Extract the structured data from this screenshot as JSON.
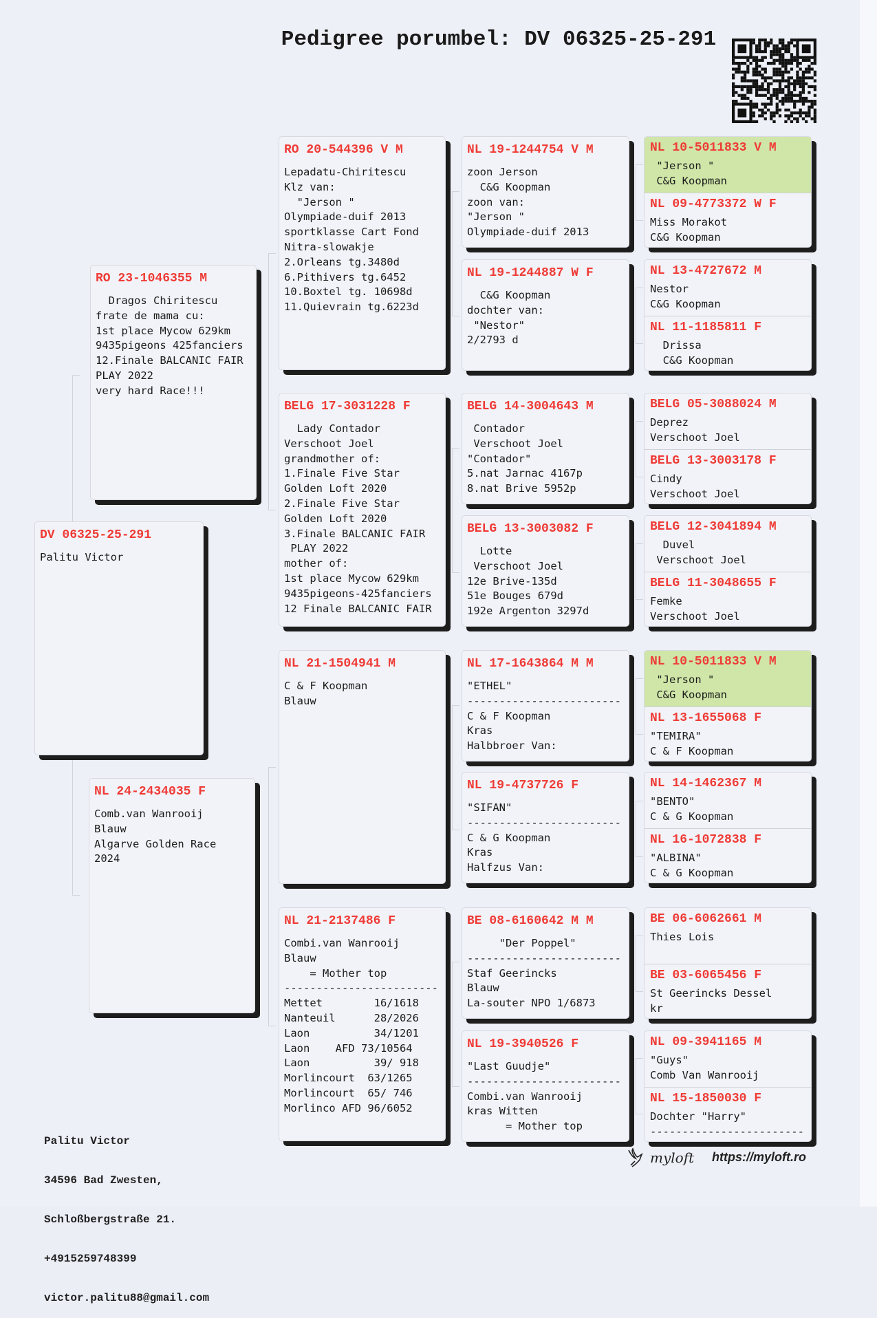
{
  "title": "Pedigree porumbel: DV 06325-25-291",
  "qr_icon": "qr-code",
  "colors": {
    "ring": "#ef3b36",
    "highlight": "#cfe6a8",
    "card_shadow": "#1d1d1d"
  },
  "subject": {
    "ring": "DV 06325-25-291",
    "lines": [
      "Palitu Victor"
    ]
  },
  "parents": [
    {
      "ring": "RO 23-1046355 M",
      "lines": [
        "  Dragos Chiritescu",
        "frate de mama cu:",
        "1st place Mycow 629km",
        "9435pigeons 425fanciers",
        "12.Finale BALCANIC FAIR",
        "PLAY 2022",
        "very hard Race!!!"
      ]
    },
    {
      "ring": "NL 24-2434035 F",
      "lines": [
        "Comb.van Wanrooij",
        "Blauw",
        "Algarve Golden Race",
        "2024"
      ]
    }
  ],
  "grandparents": [
    {
      "ring": "RO 20-544396 V M",
      "lines": [
        "Lepadatu-Chiritescu",
        "",
        "Klz van:",
        "  \"Jerson \"",
        "Olympiade-duif 2013",
        "sportklasse Cart Fond",
        "Nitra-slowakje",
        "2.Orleans tg.3480d",
        "6.Pithivers tg.6452",
        "10.Boxtel tg. 10698d",
        "11.Quievrain tg.6223d"
      ]
    },
    {
      "ring": "BELG 17-3031228 F",
      "lines": [
        "  Lady Contador",
        "Verschoot Joel",
        "grandmother of:",
        "1.Finale Five Star",
        "Golden Loft 2020",
        "2.Finale Five Star",
        "Golden Loft 2020",
        "3.Finale BALCANIC FAIR",
        " PLAY 2022",
        "mother of:",
        "1st place Mycow 629km",
        "9435pigeons-425fanciers",
        "12 Finale BALCANIC FAIR"
      ]
    },
    {
      "ring": "NL 21-1504941 M",
      "lines": [
        "C & F Koopman",
        "Blauw"
      ]
    },
    {
      "ring": "NL 21-2137486 F",
      "lines": [
        "Combi.van Wanrooij",
        "Blauw",
        "    = Mother top",
        "------------------------",
        "Mettet        16/1618",
        "Nanteuil      28/2026",
        "Laon          34/1201",
        "Laon    AFD 73/10564",
        "Laon          39/ 918",
        "Morlincourt  63/1265",
        "Morlincourt  65/ 746",
        "Morlinco AFD 96/6052"
      ]
    }
  ],
  "great_grandparents": [
    {
      "ring": "NL 19-1244754 V M",
      "lines": [
        "zoon Jerson",
        "  C&G Koopman",
        "zoon van:",
        "\"Jerson \"",
        "Olympiade-duif 2013"
      ]
    },
    {
      "ring": "NL 19-1244887 W F",
      "lines": [
        "",
        "  C&G Koopman",
        "dochter van:",
        " \"Nestor\"",
        "2/2793 d"
      ]
    },
    {
      "ring": "BELG 14-3004643 M",
      "lines": [
        " Contador",
        " Verschoot Joel",
        "\"Contador\"",
        "5.nat Jarnac 4167p",
        "8.nat Brive 5952p"
      ]
    },
    {
      "ring": "BELG 13-3003082 F",
      "lines": [
        "  Lotte",
        " Verschoot Joel",
        "12e Brive-135d",
        "51e Bouges 679d",
        "192e Argenton 3297d"
      ]
    },
    {
      "ring": "NL 17-1643864 M M",
      "lines": [
        "\"ETHEL\"",
        "------------------------",
        "C & F Koopman",
        "Kras",
        "Halbbroer Van:"
      ]
    },
    {
      "ring": "NL 19-4737726 F",
      "lines": [
        "\"SIFAN\"",
        "------------------------",
        "C & G Koopman",
        "Kras",
        "Halfzus Van:"
      ]
    },
    {
      "ring": "BE 08-6160642 M M",
      "lines": [
        "     \"Der Poppel\"",
        "------------------------",
        "Staf Geerincks",
        "Blauw",
        "La-souter NPO 1/6873"
      ]
    },
    {
      "ring": "NL 19-3940526 F",
      "lines": [
        "\"Last Guudje\"",
        "------------------------",
        "Combi.van Wanrooij",
        "kras Witten",
        "      = Mother top"
      ]
    }
  ],
  "great_great_grandparents": [
    {
      "ring": "NL 10-5011833 V M",
      "highlight": true,
      "lines": [
        " \"Jerson \"",
        " C&G Koopman"
      ]
    },
    {
      "ring": "NL 09-4773372 W F",
      "lines": [
        "Miss Morakot",
        "C&G Koopman"
      ]
    },
    {
      "ring": "NL 13-4727672 M",
      "lines": [
        "Nestor",
        "C&G Koopman"
      ]
    },
    {
      "ring": "NL 11-1185811 F",
      "lines": [
        "  Drissa",
        "  C&G Koopman"
      ]
    },
    {
      "ring": "BELG 05-3088024 M",
      "lines": [
        "Deprez",
        "Verschoot Joel"
      ]
    },
    {
      "ring": "BELG 13-3003178 F",
      "lines": [
        "Cindy",
        "Verschoot Joel"
      ]
    },
    {
      "ring": "BELG 12-3041894 M",
      "lines": [
        "  Duvel",
        " Verschoot Joel"
      ]
    },
    {
      "ring": "BELG 11-3048655 F",
      "lines": [
        "Femke",
        "Verschoot Joel"
      ]
    },
    {
      "ring": "NL 10-5011833 V M",
      "highlight": true,
      "lines": [
        " \"Jerson \"",
        " C&G Koopman"
      ]
    },
    {
      "ring": "NL 13-1655068 F",
      "lines": [
        "\"TEMIRA\"",
        "C & F Koopman"
      ]
    },
    {
      "ring": "NL 14-1462367 M",
      "lines": [
        "\"BENTO\"",
        "C & G Koopman"
      ]
    },
    {
      "ring": "NL 16-1072838 F",
      "lines": [
        "\"ALBINA\"",
        "C & G Koopman"
      ]
    },
    {
      "ring": "BE 06-6062661 M",
      "lines": [
        "Thies Lois"
      ]
    },
    {
      "ring": "BE 03-6065456 F",
      "lines": [
        "St Geerincks Dessel",
        "kr"
      ]
    },
    {
      "ring": "NL 09-3941165 M",
      "lines": [
        "\"Guys\"",
        "Comb Van Wanrooij"
      ]
    },
    {
      "ring": "NL 15-1850030 F",
      "lines": [
        "Dochter \"Harry\"",
        "------------------------"
      ]
    }
  ],
  "footer": {
    "address_lines": [
      "Palitu Victor",
      "34596 Bad Zwesten,",
      "Schloßbergstraße 21.",
      "+4915259748399",
      "victor.palitu88@gmail.com"
    ],
    "logo_text": "myloft",
    "logo_icon": "bird",
    "url": "https://myloft.ro"
  }
}
